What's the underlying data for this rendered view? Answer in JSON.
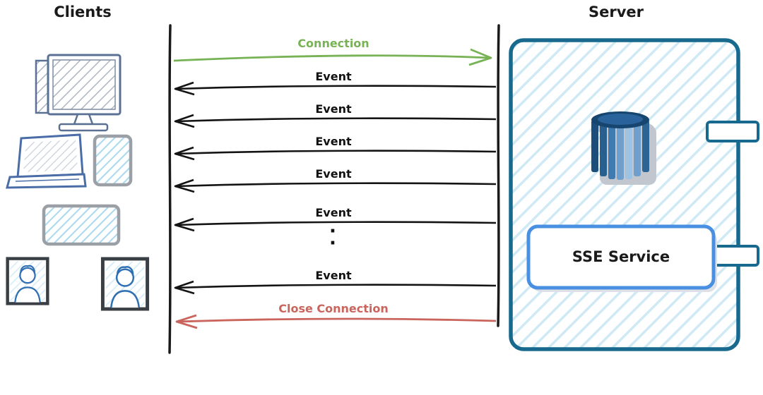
{
  "titles": {
    "clients": "Clients",
    "server": "Server"
  },
  "sequence": {
    "connection_label": "Connection",
    "event_labels": [
      "Event",
      "Event",
      "Event",
      "Event",
      "Event",
      "Event"
    ],
    "ellipsis": "·\n·",
    "close_label": "Close Connection"
  },
  "server": {
    "service_label": "SSE Service"
  },
  "icons": {
    "client_icons": [
      "desktop-icon",
      "laptop-icon",
      "phone-icon",
      "tablet-icon",
      "avatar-icon",
      "avatar-icon"
    ],
    "server_icons": [
      "database-icon"
    ]
  },
  "colors": {
    "connection_green": "#77b255",
    "close_red": "#c9655c",
    "event_black": "#141414",
    "server_teal": "#17698e",
    "server_hatch": "#cfe9f5",
    "sse_blue": "#4a90e2"
  }
}
